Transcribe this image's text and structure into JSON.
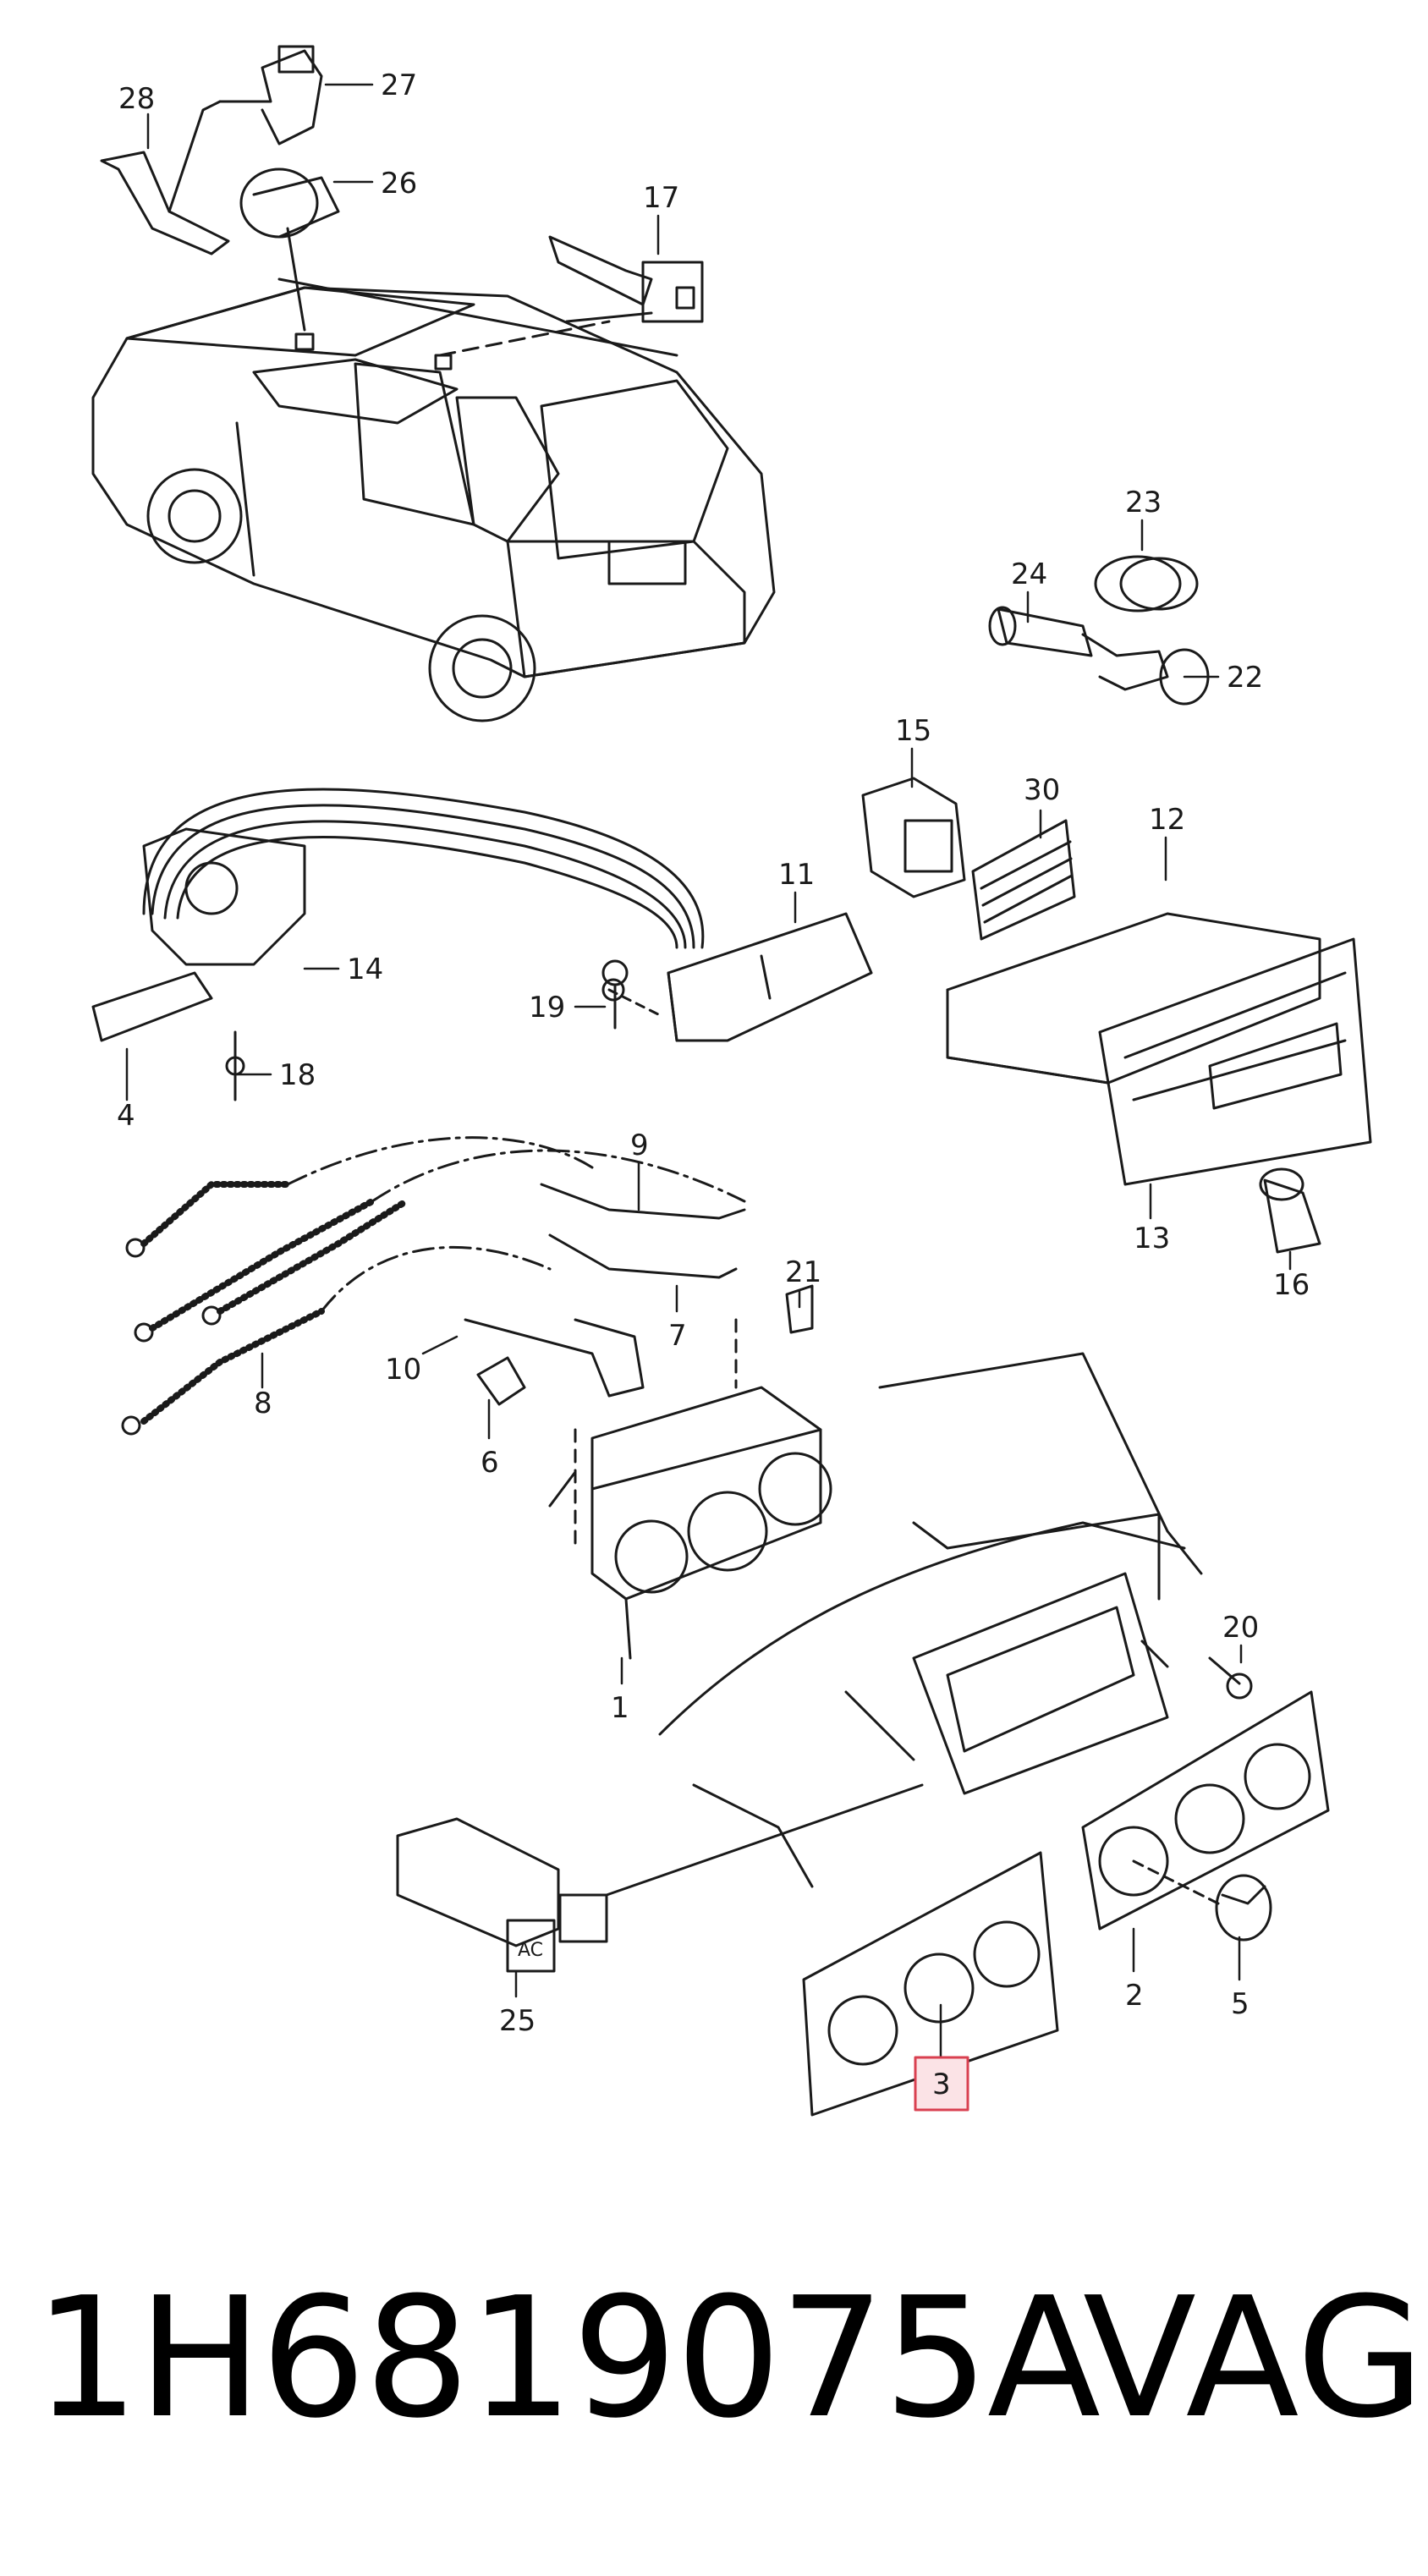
{
  "diagram": {
    "callouts": [
      {
        "id": "1",
        "label": "1"
      },
      {
        "id": "2",
        "label": "2"
      },
      {
        "id": "3",
        "label": "3",
        "highlighted": true
      },
      {
        "id": "4",
        "label": "4"
      },
      {
        "id": "5",
        "label": "5"
      },
      {
        "id": "6",
        "label": "6"
      },
      {
        "id": "7",
        "label": "7"
      },
      {
        "id": "8",
        "label": "8"
      },
      {
        "id": "9",
        "label": "9"
      },
      {
        "id": "10",
        "label": "10"
      },
      {
        "id": "11",
        "label": "11"
      },
      {
        "id": "12",
        "label": "12"
      },
      {
        "id": "13",
        "label": "13"
      },
      {
        "id": "14",
        "label": "14"
      },
      {
        "id": "15",
        "label": "15"
      },
      {
        "id": "16",
        "label": "16"
      },
      {
        "id": "17",
        "label": "17"
      },
      {
        "id": "18",
        "label": "18"
      },
      {
        "id": "19",
        "label": "19"
      },
      {
        "id": "20",
        "label": "20"
      },
      {
        "id": "21",
        "label": "21"
      },
      {
        "id": "22",
        "label": "22"
      },
      {
        "id": "23",
        "label": "23"
      },
      {
        "id": "24",
        "label": "24"
      },
      {
        "id": "25",
        "label": "25"
      },
      {
        "id": "26",
        "label": "26"
      },
      {
        "id": "27",
        "label": "27"
      },
      {
        "id": "28",
        "label": "28"
      },
      {
        "id": "30",
        "label": "30"
      }
    ],
    "ac_button_label": "AC",
    "highlight_color": "#d94050",
    "highlight_fill": "#fbe3e6",
    "line_color": "#1a1a1a"
  },
  "footer": {
    "part_number": "1H6819075A",
    "brand": "VAG"
  }
}
